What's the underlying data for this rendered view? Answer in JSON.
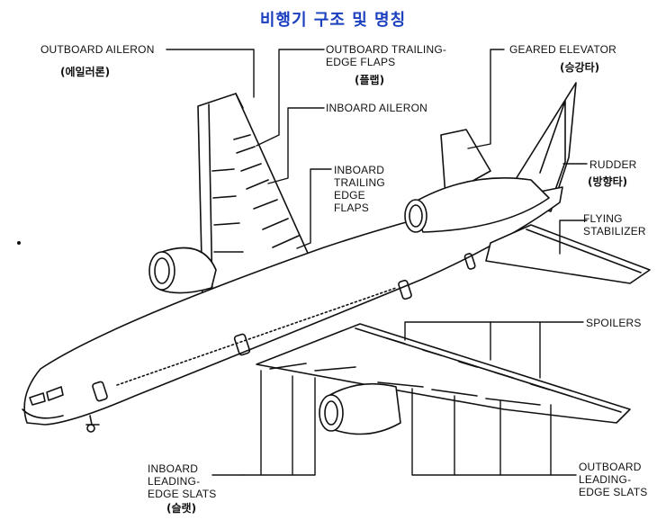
{
  "title": "비행기 구조 및 명칭",
  "labels": {
    "outboard_aileron": "OUTBOARD AILERON",
    "outboard_aileron_kr": "(에일러론)",
    "outboard_trailing_edge_flaps": "OUTBOARD TRAILING-\nEDGE FLAPS",
    "flaps_kr": "(플랩)",
    "inboard_aileron": "INBOARD AILERON",
    "inboard_trailing_edge_flaps": "INBOARD\nTRAILING\nEDGE\nFLAPS",
    "geared_elevator": "GEARED ELEVATOR",
    "geared_elevator_kr": "(승강타)",
    "rudder": "RUDDER",
    "rudder_kr": "(방향타)",
    "flying_stabilizer": "FLYING\nSTABILIZER",
    "spoilers": "SPOILERS",
    "inboard_leading_edge_slats": "INBOARD\nLEADING-\nEDGE SLATS",
    "slats_kr": "(슬랫)",
    "outboard_leading_edge_slats": "OUTBOARD\nLEADING-\nEDGE SLATS"
  },
  "colors": {
    "title": "#1a3fbf",
    "line": "#111111"
  }
}
